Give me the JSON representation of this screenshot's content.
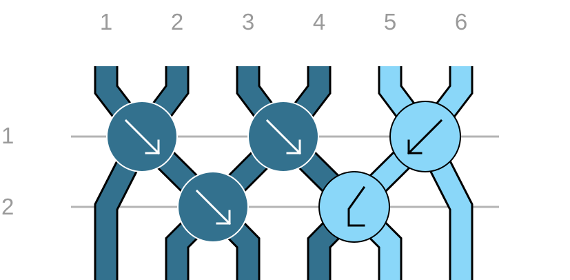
{
  "columns": [
    "1",
    "2",
    "3",
    "4",
    "5",
    "6"
  ],
  "rows": [
    "1",
    "2"
  ],
  "colors": {
    "dark_strand": "#33718e",
    "light_strand": "#8ad7f9",
    "outline": "#000000",
    "guide_line": "#b4b4b4",
    "label": "#9a9a9a",
    "arrow_on_dark": "#ffffff",
    "arrow_on_light": "#000000"
  },
  "nodes": [
    {
      "id": "node-r1-c12",
      "row": 1,
      "between_columns": [
        1,
        2
      ],
      "fill": "dark",
      "arrow": "down-right-arrow-icon"
    },
    {
      "id": "node-r1-c34",
      "row": 1,
      "between_columns": [
        3,
        4
      ],
      "fill": "dark",
      "arrow": "down-right-arrow-icon"
    },
    {
      "id": "node-r1-c56",
      "row": 1,
      "between_columns": [
        5,
        6
      ],
      "fill": "light",
      "arrow": "down-left-arrow-icon"
    },
    {
      "id": "node-r2-c23",
      "row": 2,
      "between_columns": [
        2,
        3
      ],
      "fill": "dark",
      "arrow": "down-right-arrow-icon"
    },
    {
      "id": "node-r2-c45",
      "row": 2,
      "between_columns": [
        4,
        5
      ],
      "fill": "light",
      "arrow": "down-left-arrow-icon"
    }
  ]
}
